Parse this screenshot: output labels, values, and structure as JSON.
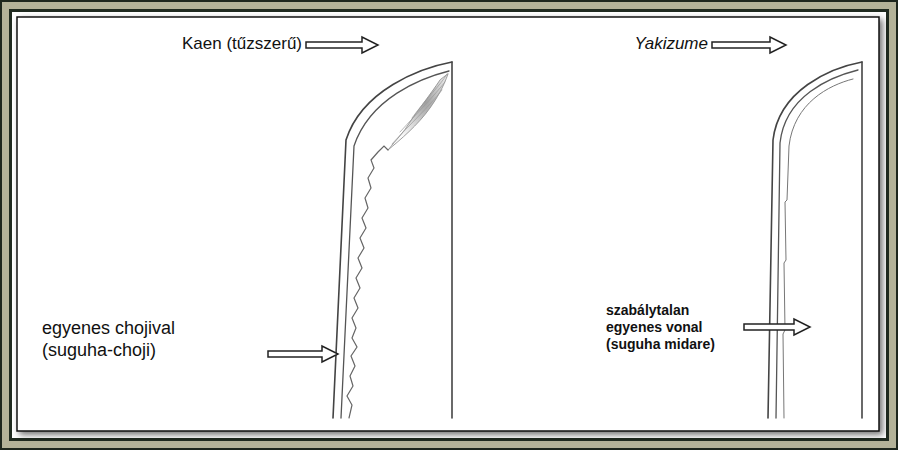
{
  "diagram": {
    "labels": [
      "Kaen (tűzszerű)",
      "Yakizume",
      "egyenes chojival (suguha-choji)",
      "szabálytalan egyenes vonal (suguha midare)"
    ]
  }
}
